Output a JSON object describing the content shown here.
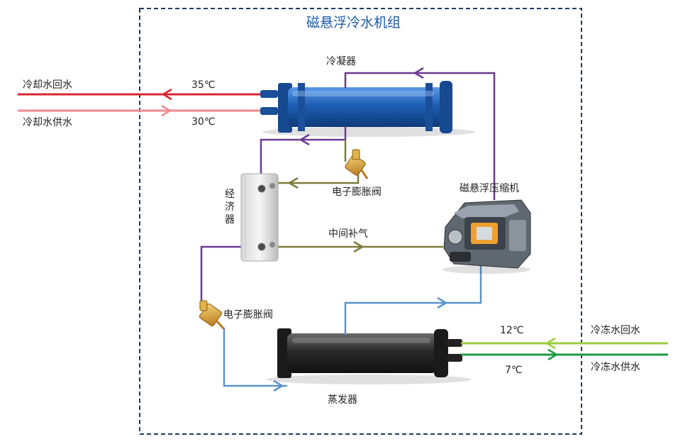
{
  "title": "磁悬浮冷水机组",
  "labels": {
    "condenser": "冷凝器",
    "cooling_return": "冷却水回水",
    "cooling_supply": "冷却水供水",
    "temp_35": "35℃",
    "temp_30": "30℃",
    "economizer": "经济器",
    "eev_top": "电子膨胀阀",
    "compressor": "磁悬浮压缩机",
    "vapor_injection": "中间补气",
    "eev_bottom": "电子膨胀阀",
    "temp_12": "12℃",
    "temp_7": "7℃",
    "chilled_return": "冷冻水回水",
    "chilled_supply": "冷冻水供水",
    "evaporator": "蒸发器"
  },
  "colors": {
    "frame": "#1f3a66",
    "title": "#1f5aa6",
    "cooling_return": "#d9252f",
    "cooling_supply": "#f08a8f",
    "refrigerant_hot": "#6b3a92",
    "injection": "#7d7a3a",
    "refrigerant_cold": "#5b93cc",
    "chilled_return": "#9ccc3c",
    "chilled_supply": "#1e9a45",
    "condenser_body": "#1e5fb5",
    "evaporator_body": "#2a2a2a"
  }
}
